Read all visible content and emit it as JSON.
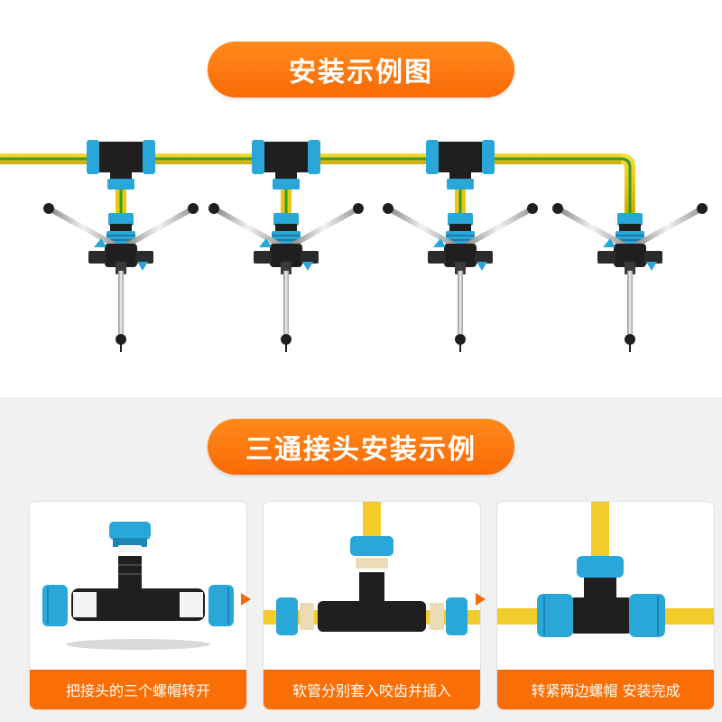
{
  "sections": {
    "top_title": "安装示例图",
    "bottom_title": "三通接头安装示例"
  },
  "steps": [
    {
      "caption": "把接头的三个螺帽转开"
    },
    {
      "caption": "软管分别套入咬齿并插入"
    },
    {
      "caption": "转紧两边螺帽 安装完成"
    }
  ],
  "colors": {
    "accent": "#f96a05",
    "hose_yellow": "#f2d21a",
    "hose_stripe": "#3b9a2c",
    "fitting_blue": "#2aa7d9",
    "fitting_black": "#1f1f1f"
  }
}
